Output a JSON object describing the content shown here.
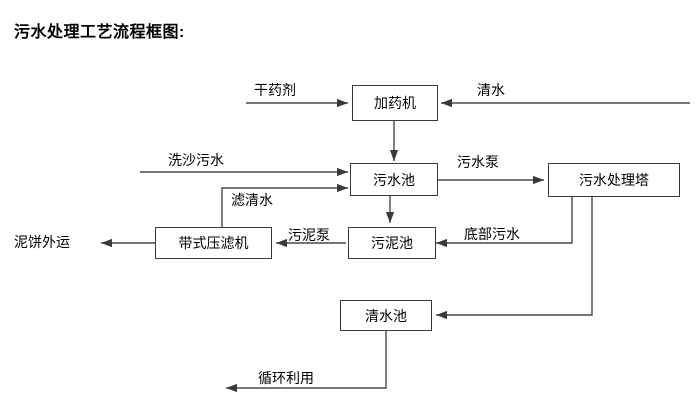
{
  "diagram": {
    "title": "污水处理工艺流程框图:",
    "type": "process-flow-diagram",
    "colors": {
      "background": "#ffffff",
      "box_border": "#3a3a3a",
      "line": "#4a4a4a",
      "text": "#000000"
    },
    "nodes": [
      {
        "id": "dosing-machine",
        "label": "加药机"
      },
      {
        "id": "sewage-pool",
        "label": "污水池"
      },
      {
        "id": "sewage-treatment-tower",
        "label": "污水处理塔"
      },
      {
        "id": "belt-filter-press",
        "label": "带式压滤机"
      },
      {
        "id": "sludge-pool",
        "label": "污泥池"
      },
      {
        "id": "clean-water-pool",
        "label": "清水池"
      }
    ],
    "io_labels": [
      {
        "id": "dry-chemical",
        "label": "干药剂"
      },
      {
        "id": "clean-water-input",
        "label": "清水"
      },
      {
        "id": "sand-washing-wastewater",
        "label": "洗沙污水"
      },
      {
        "id": "mud-cake-transport",
        "label": "泥饼外运"
      }
    ],
    "edge_labels": [
      {
        "id": "filtered-clear-water",
        "label": "滤清水"
      },
      {
        "id": "sewage-pump",
        "label": "污水泵"
      },
      {
        "id": "sludge-pump",
        "label": "污泥泵"
      },
      {
        "id": "bottom-sewage",
        "label": "底部污水"
      },
      {
        "id": "recycle-reuse",
        "label": "循环利用"
      }
    ],
    "flows": [
      {
        "from": "干药剂",
        "to": "加药机"
      },
      {
        "from": "清水",
        "to": "加药机"
      },
      {
        "from": "加药机",
        "to": "污水池"
      },
      {
        "from": "洗沙污水",
        "to": "污水池"
      },
      {
        "from": "带式压滤机",
        "to": "污水池",
        "label": "滤清水"
      },
      {
        "from": "污水池",
        "to": "污水处理塔",
        "label": "污水泵"
      },
      {
        "from": "污水池",
        "to": "污泥池"
      },
      {
        "from": "污泥池",
        "to": "带式压滤机",
        "label": "污泥泵"
      },
      {
        "from": "污水处理塔",
        "to": "污泥池",
        "label": "底部污水"
      },
      {
        "from": "污水处理塔",
        "to": "清水池"
      },
      {
        "from": "带式压滤机",
        "to": "泥饼外运"
      },
      {
        "from": "清水池",
        "to": "循环利用"
      }
    ]
  }
}
